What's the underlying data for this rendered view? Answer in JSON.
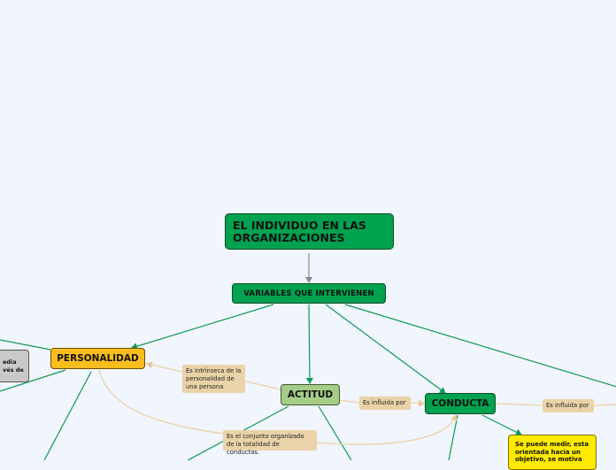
{
  "diagram": {
    "title": "EL INDIVIDUO EN LAS\nORGANIZACIONES",
    "variables": "VARIABLES QUE INTERVIENEN",
    "personalidad": "PERSONALIDAD",
    "actitud": "ACTITUD",
    "conducta": "CONDUCTA",
    "gray_node": "edia\nvés de",
    "yellow_node": "Se puede medir, esta\norientada hacia un\nobjetivo, se motiva",
    "labels": {
      "intrinseca": "Es intrínseca de la\npersonalidad de\nuna persona",
      "conjunto": "Es el conjunto organizado\nde la totalidad de conductas.",
      "influida_1": "Es influida por",
      "influida_2": "Es influida por"
    }
  },
  "colors": {
    "background": "#f1f5fd",
    "node_green": "#00a24f",
    "node_orange": "#fbbd1b",
    "node_light_green": "#a6cd88",
    "node_gray": "#c9c9c9",
    "node_yellow": "#ffea00",
    "label_tan": "#ead3a8",
    "edge_green": "#0f9a55",
    "edge_tan": "#ebd2a8",
    "edge_gray": "#8a8a8a"
  }
}
